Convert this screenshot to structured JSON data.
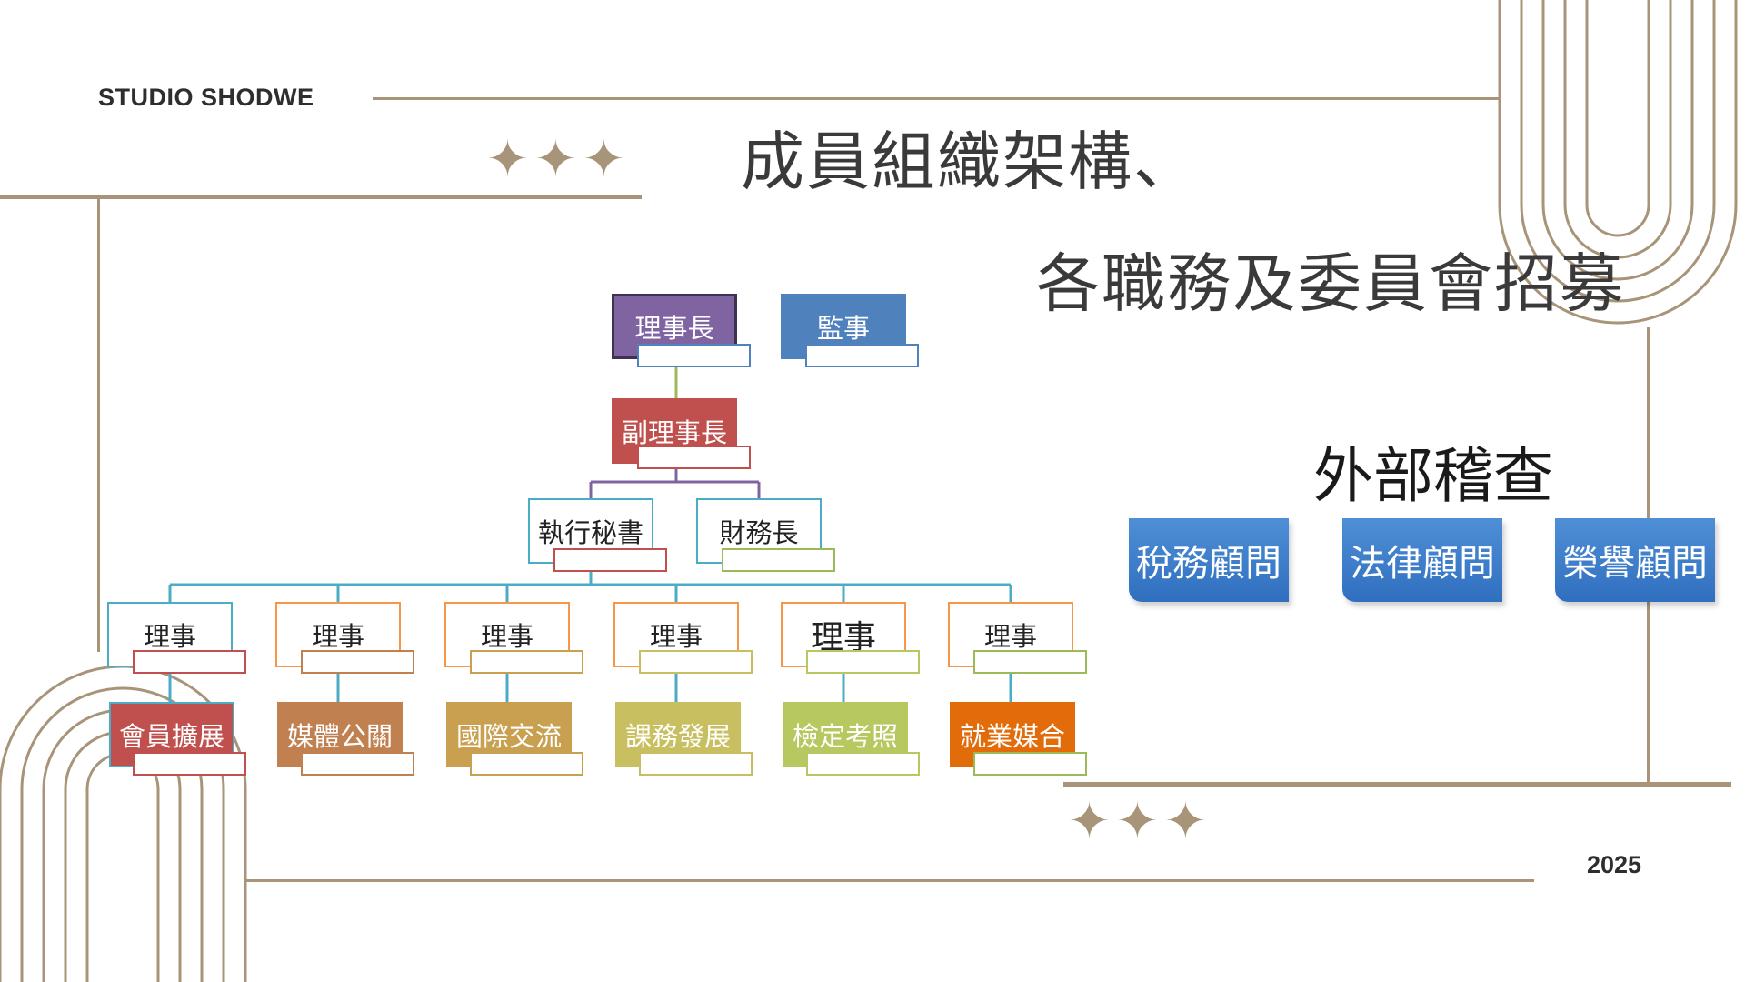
{
  "brand": "STUDIO SHODWE",
  "year": "2025",
  "title": {
    "line1": "成員組織架構、",
    "line2": "各職務及委員會招募"
  },
  "stars": "✦✦✦",
  "org_chart": {
    "chair": "理事長",
    "supervisor": "監事",
    "vice_chair": "副理事長",
    "secretary": "執行秘書",
    "treasurer": "財務長",
    "directors": [
      "理事",
      "理事",
      "理事",
      "理事",
      "理事",
      "理事"
    ],
    "committees": [
      "會員擴展",
      "媒體公關",
      "國際交流",
      "課務發展",
      "檢定考照",
      "就業媒合"
    ]
  },
  "external_audit": {
    "title": "外部稽查",
    "advisors": [
      "稅務顧問",
      "法律顧問",
      "榮譽顧問"
    ]
  },
  "colors": {
    "accent_line": "#a89478",
    "chair": "#8064a2",
    "supervisor": "#4f81bd",
    "vice_chair": "#c0504d",
    "teal": "#4bacc6",
    "director_orange": "#f79646",
    "committee": [
      "#c0504d",
      "#c08050",
      "#c8a050",
      "#c8c060",
      "#b8c860",
      "#e36c0a"
    ]
  }
}
